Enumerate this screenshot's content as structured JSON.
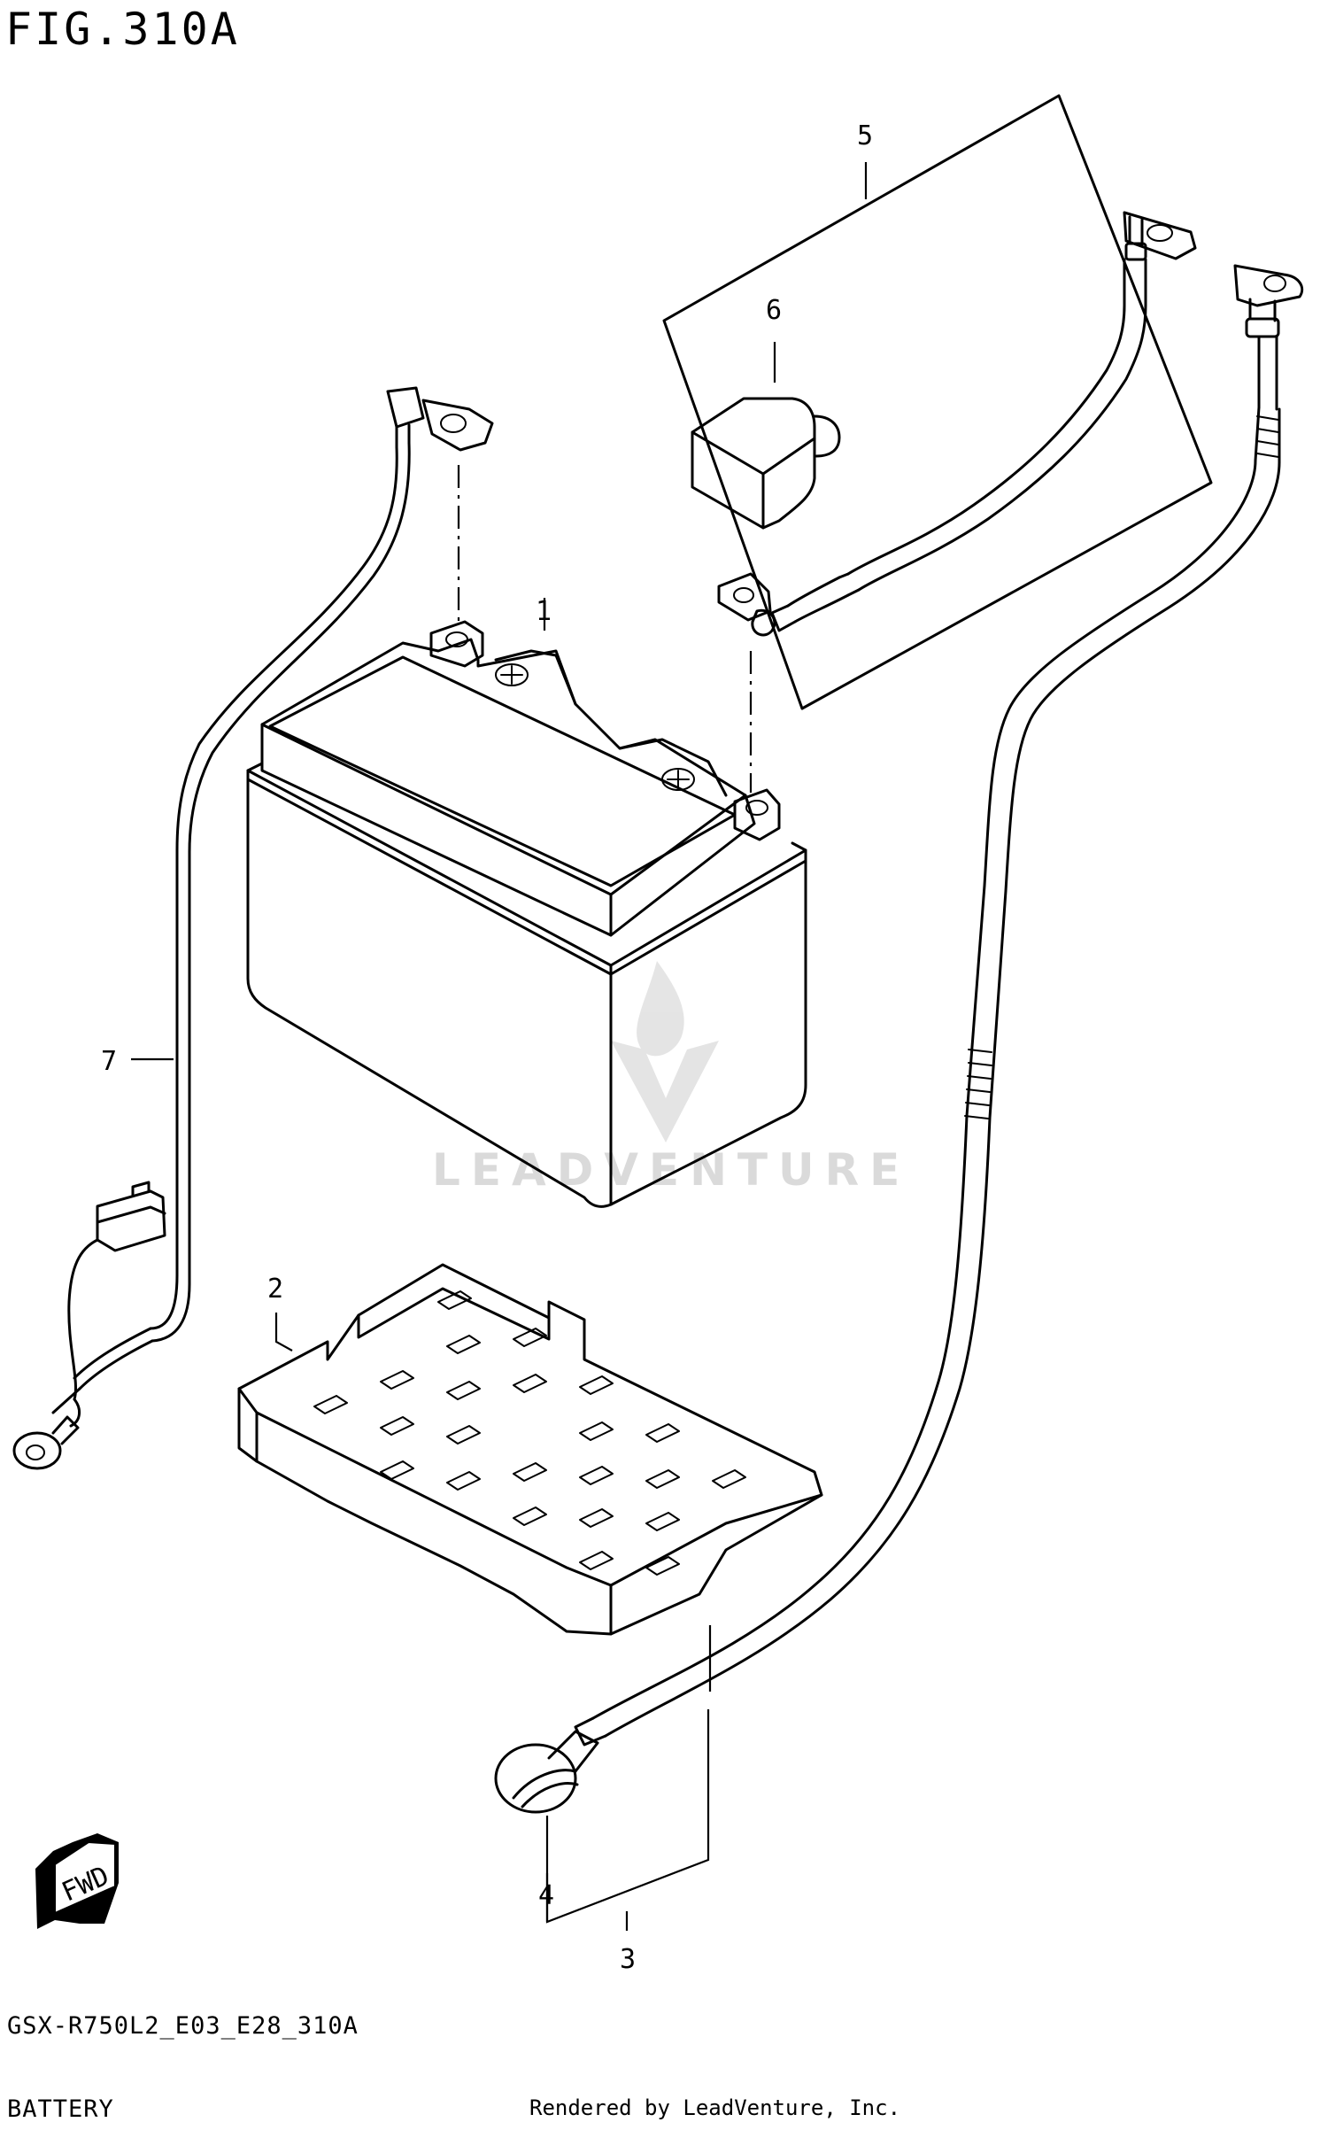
{
  "header": {
    "figure_label": "FIG.310A"
  },
  "callouts": [
    {
      "number": "1",
      "part": "battery"
    },
    {
      "number": "2",
      "part": "battery-tray"
    },
    {
      "number": "3",
      "part": "starter-cable-assembly"
    },
    {
      "number": "4",
      "part": "terminal-cap"
    },
    {
      "number": "5",
      "part": "battery-cable-assembly"
    },
    {
      "number": "6",
      "part": "terminal-cover"
    },
    {
      "number": "7",
      "part": "ground-lead-wire"
    }
  ],
  "fwd_arrow": {
    "label": "FWD"
  },
  "watermark": {
    "brand": "LEADVENTURE"
  },
  "footer": {
    "diagram_code": "GSX-R750L2_E03_E28_310A",
    "section_title": "BATTERY",
    "rendered_by": "Rendered by LeadVenture, Inc."
  },
  "colors": {
    "line": "#000000",
    "watermark": "#d6d6d6",
    "background": "#ffffff"
  }
}
